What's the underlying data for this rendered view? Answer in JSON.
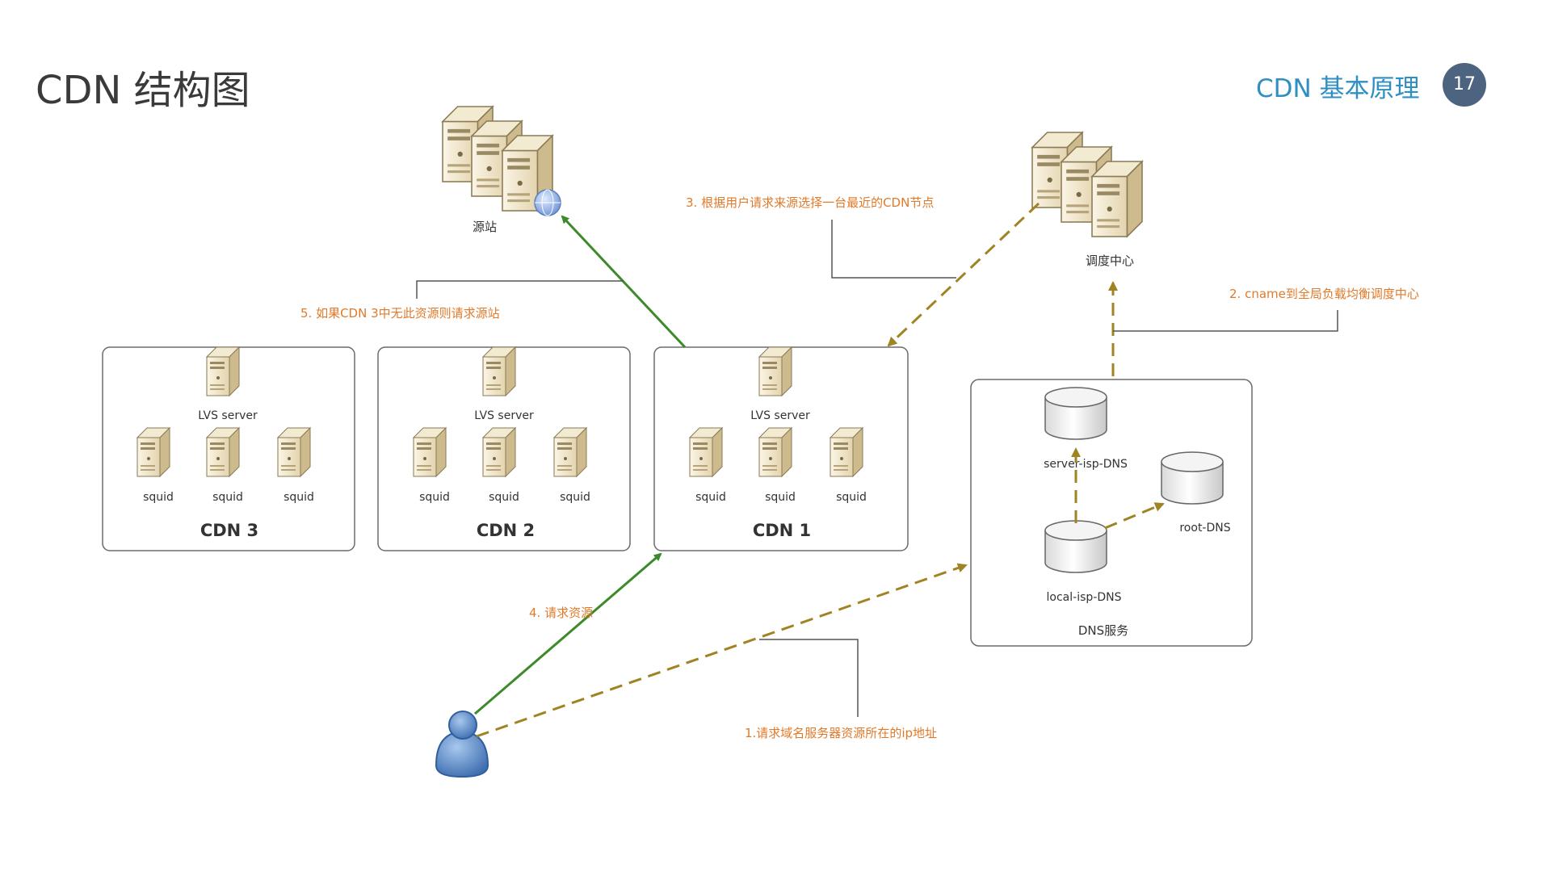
{
  "header": {
    "title": "CDN 结构图",
    "section": "CDN 基本原理",
    "page_number": "17"
  },
  "origin": {
    "label": "源站"
  },
  "scheduler": {
    "label": "调度中心"
  },
  "cdn_nodes": [
    {
      "name": "CDN 3",
      "lvs_label": "LVS server",
      "squid_labels": [
        "squid",
        "squid",
        "squid"
      ]
    },
    {
      "name": "CDN 2",
      "lvs_label": "LVS server",
      "squid_labels": [
        "squid",
        "squid",
        "squid"
      ]
    },
    {
      "name": "CDN 1",
      "lvs_label": "LVS server",
      "squid_labels": [
        "squid",
        "squid",
        "squid"
      ]
    }
  ],
  "dns": {
    "title": "DNS服务",
    "server_isp": "server-isp-DNS",
    "root": "root-DNS",
    "local_isp": "local-isp-DNS"
  },
  "steps": {
    "step1": "1.请求域名服务器资源所在的ip地址",
    "step2": "2. cname到全局负载均衡调度中心",
    "step3": "3. 根据用户请求来源选择一台最近的CDN节点",
    "step4": "4. 请求资源",
    "step5": "5. 如果CDN 3中无此资源则请求源站"
  },
  "colors": {
    "accent": "#2f8fc2",
    "note": "#e07a2a",
    "request_arrow": "#3d8a2a",
    "dns_arrow": "#a08322",
    "page_badge": "#4d6480"
  }
}
